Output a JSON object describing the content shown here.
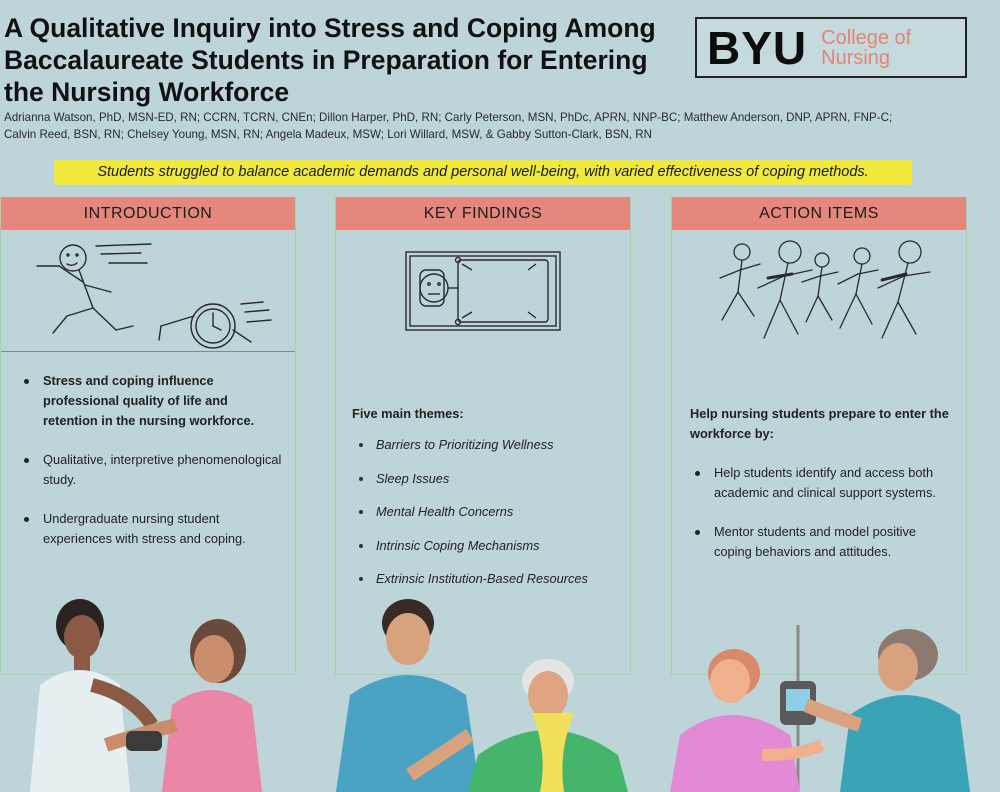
{
  "header": {
    "title": "A Qualitative Inquiry into Stress and Coping Among Baccalaureate Students in Preparation for Entering the Nursing Workforce",
    "authors": "Adrianna Watson, PhD, MSN-ED, RN; CCRN, TCRN, CNEn; Dillon Harper, PhD, RN; Carly Peterson, MSN, PhDc, APRN, NNP-BC; Matthew Anderson, DNP, APRN, FNP-C; Calvin Reed, BSN, RN; Chelsey Young, MSN, RN; Angela Madeux, MSW; Lori Willard, MSW, & Gabby Sutton-Clark, BSN, RN"
  },
  "logo": {
    "byu": "BYU",
    "college_line1": "College of",
    "college_line2": "Nursing"
  },
  "highlight": "Students struggled to balance academic demands and personal well-being, with varied effectiveness of coping methods.",
  "introduction": {
    "heading": "INTRODUCTION",
    "bullets": [
      "Stress and coping influence professional quality of life and retention in the nursing workforce.",
      "Qualitative, interpretive phenomenological study.",
      "Undergraduate nursing student experiences with stress and coping."
    ]
  },
  "findings": {
    "heading": "KEY FINDINGS",
    "intro": "Five main themes:",
    "themes": [
      "Barriers to Prioritizing Wellness",
      "Sleep Issues",
      "Mental Health Concerns",
      "Intrinsic Coping Mechanisms",
      "Extrinsic Institution-Based Resources"
    ]
  },
  "action": {
    "heading": "ACTION ITEMS",
    "intro": "Help nursing students prepare to enter the workforce by:",
    "bullets": [
      "Help students identify and access both academic and clinical support systems.",
      "Mentor students and model positive coping behaviors and attitudes."
    ]
  },
  "colors": {
    "background": "#bdd5d9",
    "header_band": "#e5877d",
    "highlight": "#f1e93c",
    "column_border": "#9ed8a7",
    "logo_accent": "#e58478"
  }
}
